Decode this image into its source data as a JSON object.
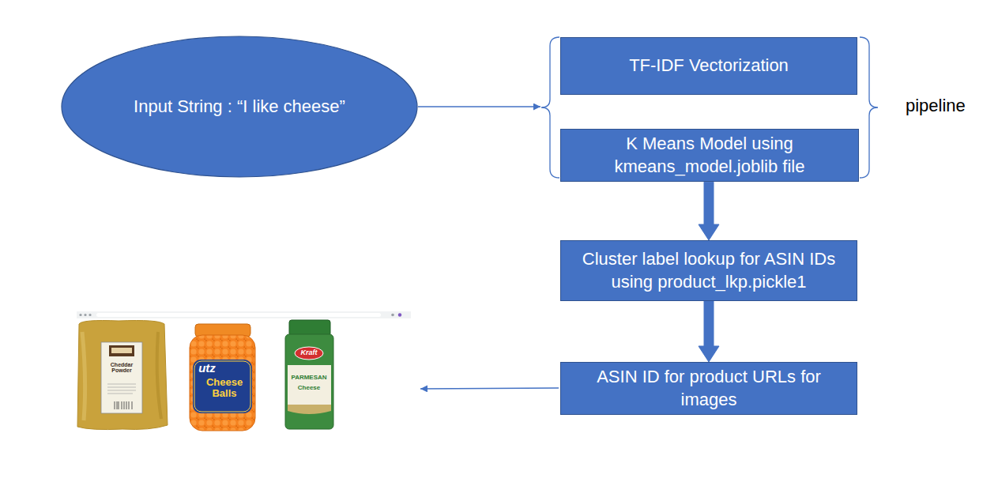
{
  "diagram": {
    "nodes": [
      {
        "text": [
          "Input String : “I like cheese”"
        ]
      },
      {
        "text": [
          "pipeline"
        ]
      },
      {
        "text": [
          "TF-IDF Vectorization"
        ],
        "in": 1
      },
      {
        "text": [
          "K Means Model using kmeans_model.joblib file"
        ],
        "in": 1
      },
      {
        "text": [
          "Cluster label lookup for ASIN IDs using product_lkp.pickle1"
        ]
      },
      {
        "text": [
          "ASIN ID for product URLs for images"
        ]
      }
    ],
    "edges": [
      {
        "from": 0,
        "to": 1,
        "arrow": "to"
      },
      {
        "from": 3,
        "to": 4,
        "arrow": "to"
      },
      {
        "from": 4,
        "to": 5,
        "arrow": "to"
      }
    ],
    "labels": [
      "Cheddar Powder",
      "utz",
      "Cheese Balls",
      "Kraft",
      "PARMESAN",
      "Cheese"
    ]
  }
}
